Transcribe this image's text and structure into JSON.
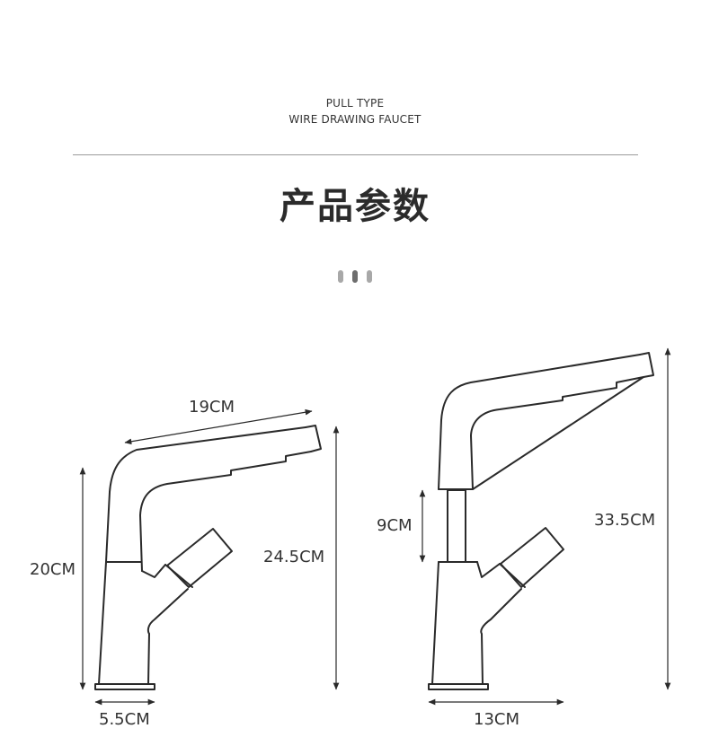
{
  "header": {
    "subtitle_line1": "PULL TYPE",
    "subtitle_line2": "WIRE DRAWING FAUCET",
    "title": "产品参数"
  },
  "left_faucet": {
    "spout_length": "19CM",
    "body_height": "20CM",
    "total_height": "24.5CM",
    "base_width": "5.5CM"
  },
  "right_faucet": {
    "extension_height": "9CM",
    "total_height": "33.5CM",
    "base_width": "13CM"
  }
}
